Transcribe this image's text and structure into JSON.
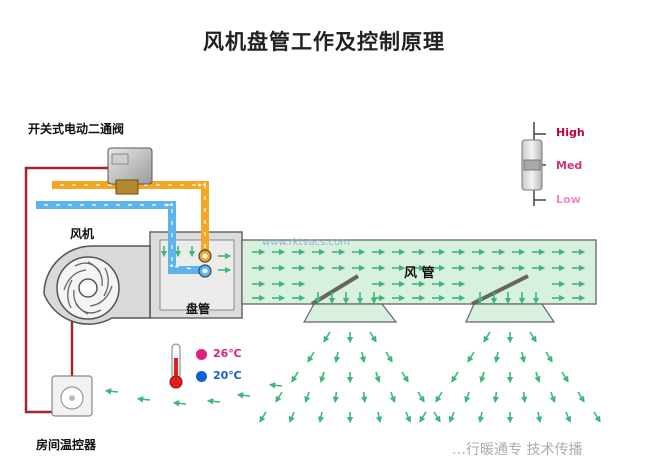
{
  "title": "风机盘管工作及控制原理",
  "labels": {
    "valve": "开关式电动二通阀",
    "fan": "风机",
    "coil": "盘管",
    "duct": "风 管",
    "thermostat": "房间温控器"
  },
  "watermark": "www.rktvacs.com",
  "speeds": [
    {
      "label": "High",
      "color": "#c0003a"
    },
    {
      "label": "Med",
      "color": "#d4307a"
    },
    {
      "label": "Low",
      "color": "#f08cc0"
    }
  ],
  "temperatures": [
    {
      "label": "26℃",
      "color": "#e0207a"
    },
    {
      "label": "20℃",
      "color": "#1060d0"
    }
  ],
  "colors": {
    "hot_water": "#f5a623",
    "chilled_water": "#5bb4ee",
    "air": "#3cb878",
    "duct_fill": "#d8f1de",
    "wire": "#a0282a"
  },
  "bottom_text": "…行暖通专 技术传播"
}
